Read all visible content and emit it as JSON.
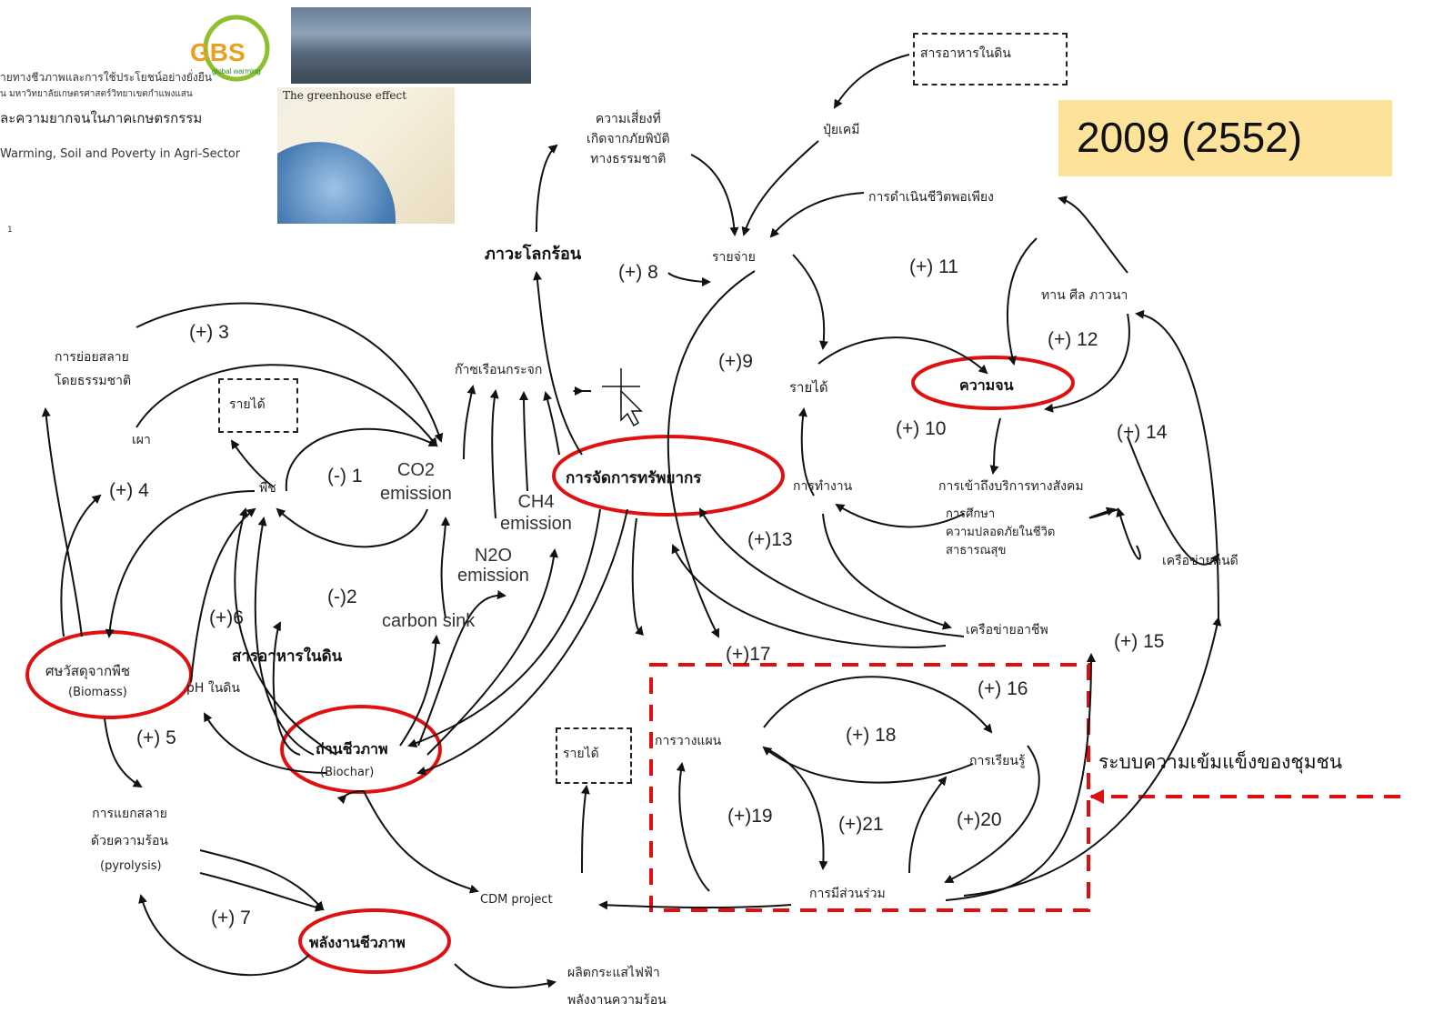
{
  "header": {
    "line1": "ายทางชีวภาพและการใช้ประโยชน์อย่างยั่งยืน",
    "line2": "น มหาวิทยาลัยเกษตรศาสตร์วิทยาเขตกำแพงแสน",
    "line3": "ละความยากจนในภาคเกษตรกรรม",
    "line4": "Warming, Soil and Poverty in Agri-Sector",
    "page_mark": "1"
  },
  "logo": {
    "text": "GBS",
    "subtext": "global warming",
    "color": "#e8a020",
    "accent": "#2a8a2a"
  },
  "greenhouse_photo": {
    "title": "The greenhouse effect"
  },
  "year_box": {
    "text": "2009 (2552)",
    "bg": "#fde29a"
  },
  "nodes": {
    "soil_nutrient_top": "สารอาหารในดิน",
    "chemical_fertilizer": "ปุ๋ยเคมี",
    "natural_disaster_risk": "ความเสี่ยงที่\nเกิดจากภัยพิบัติ\nทางธรรมชาติ",
    "expense": "รายจ่าย",
    "global_warming": "ภาวะโลกร้อน",
    "sufficiency_living": "การดำเนินชีวิตพอเพียง",
    "merit": "ทาน ศีล ภาวนา",
    "natural_decomposition": "การย่อยสลาย\nโดยธรรมชาติ",
    "greenhouse_gas": "ก๊าซเรือนกระจก",
    "income_main": "รายได้",
    "poverty": "ความจน",
    "income_box_left": "รายได้",
    "burning": "เผา",
    "plant": "พืช",
    "co2": "CO2\nemission",
    "ch4": "CH4\nemission",
    "n2o": "N2O\nemission",
    "resource_management": "การจัดการทรัพยากร",
    "working": "การทำงาน",
    "social_services": "การเข้าถึงบริการทางสังคม",
    "social_services_sub": "การศึกษา\nความปลอดภัยในชีวิต\nสาธารณสุข",
    "network": "เครือข่ายคนดี",
    "carbon_sink": "carbon sink",
    "soil_nutrient": "สารอาหารในดิน",
    "career_network": "เครือข่ายอาชีพ",
    "biomass": "ศษวัสดุจากพืช",
    "biomass_en": "(Biomass)",
    "soil_ph": "pH ในดิน",
    "biochar": "ถ่านชีวภาพ",
    "biochar_en": "(Biochar)",
    "income_box_mid": "รายได้",
    "planning": "การวางแผน",
    "learning": "การเรียนรู้",
    "pyrolysis_th": "การแยกสลาย\nด้วยความร้อน",
    "pyrolysis_en": "(pyrolysis)",
    "cdm": "CDM project",
    "participation": "การมีส่วนร่วม",
    "bioenergy": "พลังงานชีวภาพ",
    "electricity": "ผลิตกระแสไฟฟ้า\nพลังงานความร้อน"
  },
  "loops": {
    "l1": "(-) 1",
    "l2": "(-)2",
    "l3": "(+) 3",
    "l4": "(+) 4",
    "l5": "(+) 5",
    "l6": "(+)6",
    "l7": "(+) 7",
    "l8": "(+) 8",
    "l9": "(+)9",
    "l10": "(+) 10",
    "l11": "(+) 11",
    "l12": "(+) 12",
    "l13": "(+)13",
    "l14": "(+) 14",
    "l15": "(+) 15",
    "l16": "(+) 16",
    "l17": "(+)17",
    "l18": "(+) 18",
    "l19": "(+)19",
    "l20": "(+)20",
    "l21": "(+)21"
  },
  "community_label": "ระบบความเข้มแข็งของชุมชน",
  "colors": {
    "highlight": "#e01010",
    "arrow": "#111111"
  }
}
